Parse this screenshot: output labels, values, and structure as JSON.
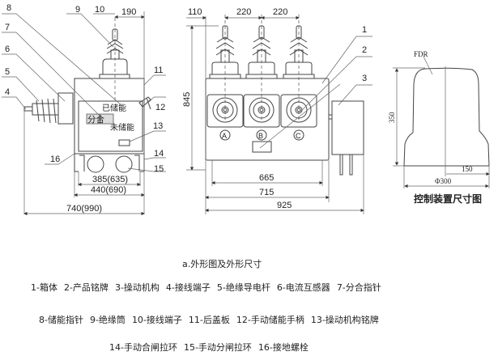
{
  "side_view": {
    "callouts": [
      "8",
      "9",
      "10",
      "7",
      "6",
      "5",
      "4",
      "11",
      "12",
      "13",
      "14",
      "15",
      "16"
    ],
    "panel_labels": {
      "closed_open": "分合",
      "charged": "已储能",
      "uncharged": "未储能"
    },
    "dims": {
      "top_offset": "190",
      "inner": "385(635)",
      "mount": "440(690)",
      "overall": "740(990)"
    }
  },
  "front_view": {
    "callouts": [
      "1",
      "2",
      "3"
    ],
    "phases": [
      "A",
      "B",
      "C"
    ],
    "dims": {
      "left_offset": "110",
      "pitch1": "220",
      "pitch2": "220",
      "height": "845",
      "inner": "665",
      "body": "715",
      "overall": "925"
    }
  },
  "control_unit": {
    "label": "FDR",
    "height": "350",
    "radius": "150",
    "diameter": "Φ300",
    "caption": "控制装置尺寸图"
  },
  "caption": "a.外形图及外形尺寸",
  "legend": [
    [
      "1-箱体",
      "2-产品铭牌",
      "3-操动机构",
      "4-接线端子",
      "5-绝缘导电杆",
      "6-电流互感器",
      "7-分合指针"
    ],
    [
      "8-储能指针",
      "9-绝缘筒",
      "10-接线端子",
      "11-后盖板",
      "12-手动储能手柄",
      "13-操动机构铭牌"
    ],
    [
      "14-手动合闸拉环",
      "15-手动分闸拉环",
      "16-接地螺栓"
    ]
  ]
}
